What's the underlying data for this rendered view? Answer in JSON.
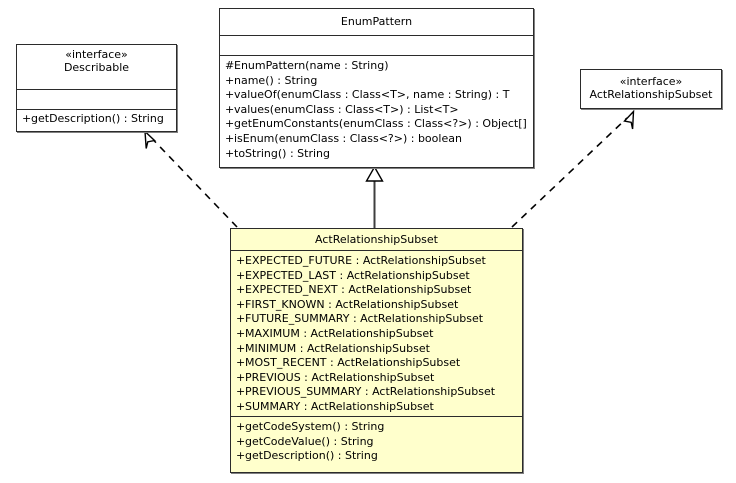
{
  "diagram": {
    "type": "uml-class-diagram",
    "background": "#ffffff",
    "line_color": "#000000",
    "class_fill": "#ffffcc",
    "interface_fill": "#ffffff"
  },
  "describable": {
    "stereotype": "«interface»",
    "name": "Describable",
    "attributes": [],
    "methods": [
      {
        "visibility": "+",
        "text": "getDescription() : String"
      }
    ]
  },
  "enum_pattern": {
    "stereotype": "",
    "name": "EnumPattern",
    "attributes": [],
    "methods": [
      {
        "visibility": "#",
        "text": "EnumPattern(name : String)"
      },
      {
        "visibility": "+",
        "text": "name() : String"
      },
      {
        "visibility": "+",
        "text": "valueOf(enumClass : Class<T>, name : String) : T"
      },
      {
        "visibility": "+",
        "text": "values(enumClass : Class<T>) : List<T>"
      },
      {
        "visibility": "+",
        "text": "getEnumConstants(enumClass : Class<?>) : Object[]"
      },
      {
        "visibility": "+",
        "text": "isEnum(enumClass : Class<?>) : boolean"
      },
      {
        "visibility": "+",
        "text": "toString() : String"
      }
    ]
  },
  "act_relationship_subset_interface": {
    "stereotype": "«interface»",
    "name": "ActRelationshipSubset"
  },
  "act_relationship_subset_class": {
    "name": "ActRelationshipSubset",
    "attributes": [
      {
        "visibility": "+",
        "text": "EXPECTED_FUTURE : ActRelationshipSubset"
      },
      {
        "visibility": "+",
        "text": "EXPECTED_LAST : ActRelationshipSubset"
      },
      {
        "visibility": "+",
        "text": "EXPECTED_NEXT : ActRelationshipSubset"
      },
      {
        "visibility": "+",
        "text": "FIRST_KNOWN : ActRelationshipSubset"
      },
      {
        "visibility": "+",
        "text": "FUTURE_SUMMARY : ActRelationshipSubset"
      },
      {
        "visibility": "+",
        "text": "MAXIMUM : ActRelationshipSubset"
      },
      {
        "visibility": "+",
        "text": "MINIMUM : ActRelationshipSubset"
      },
      {
        "visibility": "+",
        "text": "MOST_RECENT : ActRelationshipSubset"
      },
      {
        "visibility": "+",
        "text": "PREVIOUS : ActRelationshipSubset"
      },
      {
        "visibility": "+",
        "text": "PREVIOUS_SUMMARY : ActRelationshipSubset"
      },
      {
        "visibility": "+",
        "text": "SUMMARY : ActRelationshipSubset"
      }
    ],
    "methods": [
      {
        "visibility": "+",
        "text": "getCodeSystem() : String"
      },
      {
        "visibility": "+",
        "text": "getCodeValue() : String"
      },
      {
        "visibility": "+",
        "text": "getDescription() : String"
      }
    ]
  },
  "relationships": [
    {
      "kind": "realization",
      "from": "ActRelationshipSubset",
      "to": "Describable",
      "style": "dashed",
      "arrow": "open-triangle"
    },
    {
      "kind": "generalization",
      "from": "ActRelationshipSubset",
      "to": "EnumPattern",
      "style": "solid",
      "arrow": "hollow-triangle"
    },
    {
      "kind": "realization",
      "from": "ActRelationshipSubset",
      "to": "ActRelationshipSubset (interface)",
      "style": "dashed",
      "arrow": "open-triangle"
    }
  ]
}
